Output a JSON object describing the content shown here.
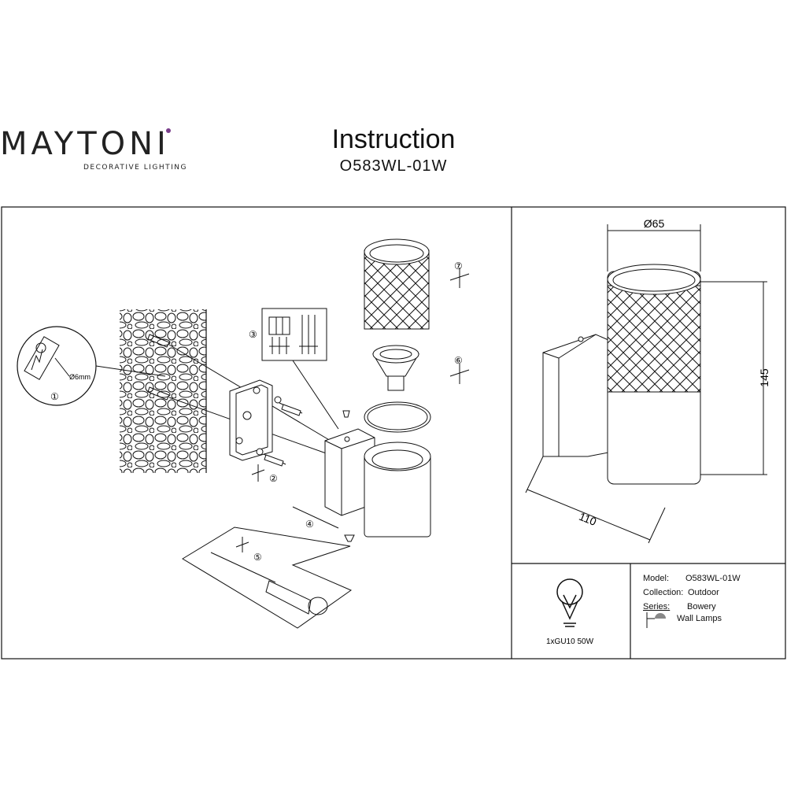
{
  "brand": {
    "name": "MAYTONI",
    "tagline": "DECORATIVE LIGHTING",
    "accent_color": "#7a3e8c"
  },
  "document": {
    "title": "Instruction",
    "model_code": "O583WL-01W"
  },
  "steps": {
    "s1": "①",
    "s2": "②",
    "s3": "③",
    "s4": "④",
    "s5": "⑤",
    "s6": "⑥",
    "s7": "⑦",
    "drill_size": "Ø6mm"
  },
  "dimensions": {
    "diameter": "Ø65",
    "height": "145",
    "depth": "110"
  },
  "bulb": {
    "spec": "1xGU10 50W",
    "icon": "light-bulb-icon"
  },
  "specs": {
    "model_label": "Model:",
    "model_value": "O583WL-01W",
    "collection_label": "Collection:",
    "collection_value": "Outdoor",
    "series_label": "Series:",
    "series_value": "Bowery",
    "type_value": "Wall Lamps",
    "type_icon": "wall-lamp-icon"
  }
}
